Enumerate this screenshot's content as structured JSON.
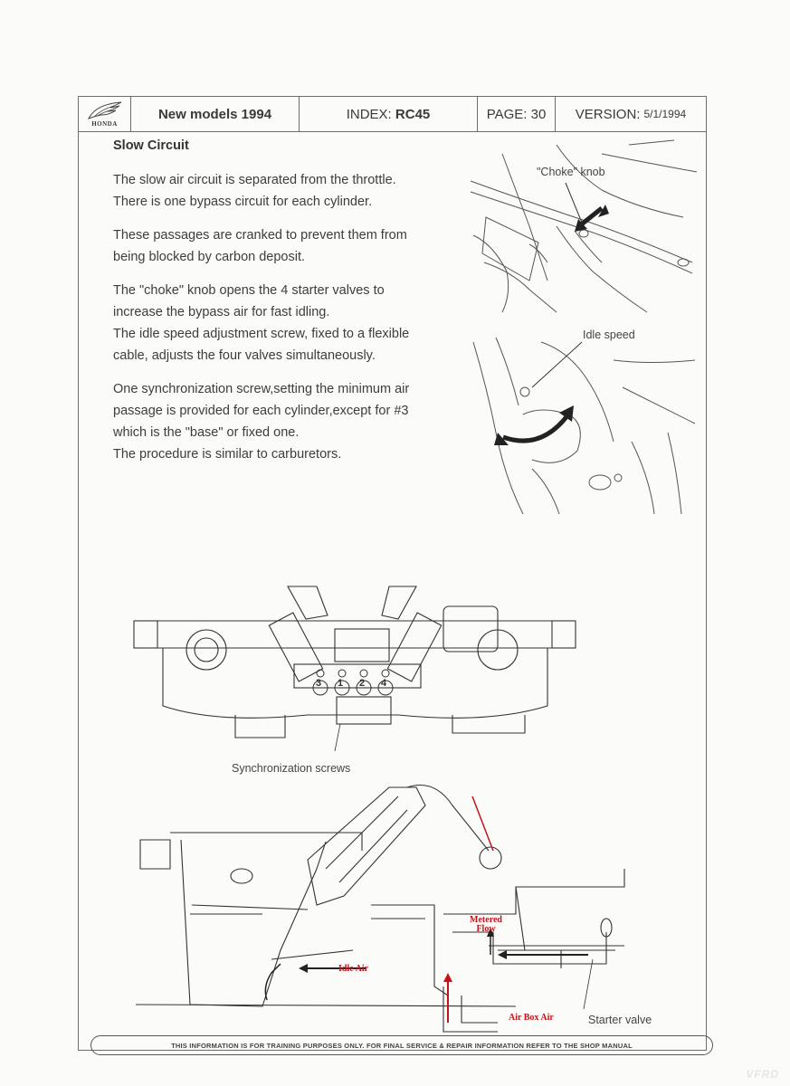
{
  "header": {
    "brand": "HONDA",
    "models": "New models 1994",
    "index_label": "INDEX:",
    "index_value": "RC45",
    "page_label": "PAGE:",
    "page_value": "30",
    "version_label": "VERSION:",
    "version_value": "5/1/1994"
  },
  "section_title": "Slow Circuit",
  "paragraphs": [
    {
      "lines": [
        "The slow air circuit is separated from the throttle.",
        "There is one bypass circuit for each cylinder."
      ]
    },
    {
      "lines": [
        "These passages are cranked to prevent them from",
        "being blocked by carbon deposit."
      ]
    },
    {
      "lines": [
        "The \"choke\" knob opens the 4 starter valves to",
        "increase the bypass air for fast idling.",
        "The idle speed adjustment screw, fixed to a flexible",
        "cable, adjusts the four valves simultaneously."
      ]
    },
    {
      "lines": [
        "One synchronization screw,setting the minimum air",
        "passage is provided for each cylinder,except for #3",
        "which is the \"base\" or fixed one.",
        "The procedure is similar to carburetors."
      ]
    }
  ],
  "figures": {
    "choke_label": "\"Choke\" knob",
    "idle_label": "Idle speed",
    "sync_label": "Synchronization screws",
    "cylinder_numbers": [
      "3",
      "1",
      "2",
      "4"
    ],
    "metered_flow_label": "Metered Flow",
    "idle_air_label": "Idle Air",
    "air_box_label": "Air Box Air",
    "starter_valve_label": "Starter valve"
  },
  "footer": "THIS INFORMATION IS FOR TRAINING PURPOSES ONLY. FOR FINAL SERVICE  &  REPAIR INFORMATION  REFER TO THE SHOP MANUAL",
  "watermark": "VFRD"
}
